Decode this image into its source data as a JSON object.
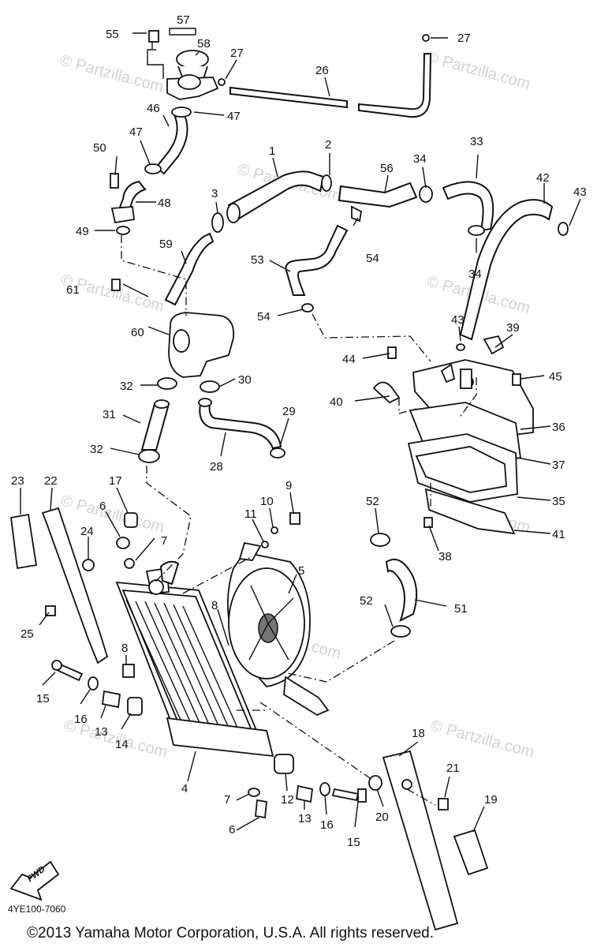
{
  "watermarks": [
    "© Partzilla.com",
    "© Partzilla.com",
    "© Partzilla.com",
    "© Partzilla.com",
    "© Partzilla.com",
    "© Partzilla.com",
    "© Partzilla.com",
    "© Partzilla.com",
    "© Partzilla.com",
    "© Partzilla.com"
  ],
  "part_labels": [
    "55",
    "57",
    "58",
    "27",
    "27",
    "26",
    "46",
    "47",
    "47",
    "50",
    "48",
    "49",
    "1",
    "2",
    "56",
    "34",
    "33",
    "42",
    "43",
    "3",
    "59",
    "53",
    "54",
    "54",
    "34",
    "61",
    "60",
    "43",
    "39",
    "44",
    "45",
    "40",
    "32",
    "30",
    "31",
    "29",
    "28",
    "36",
    "37",
    "35",
    "32",
    "23",
    "22",
    "17",
    "9",
    "10",
    "11",
    "52",
    "6",
    "24",
    "7",
    "5",
    "41",
    "38",
    "25",
    "8",
    "8",
    "52",
    "51",
    "15",
    "16",
    "13",
    "14",
    "18",
    "21",
    "4",
    "12",
    "7",
    "13",
    "16",
    "15",
    "20",
    "19",
    "6"
  ],
  "diagram_code": "4YE100-7060",
  "fwd_label": "FWD",
  "copyright": "©2013  Yamaha Motor Corporation, U.S.A. All rights reserved."
}
